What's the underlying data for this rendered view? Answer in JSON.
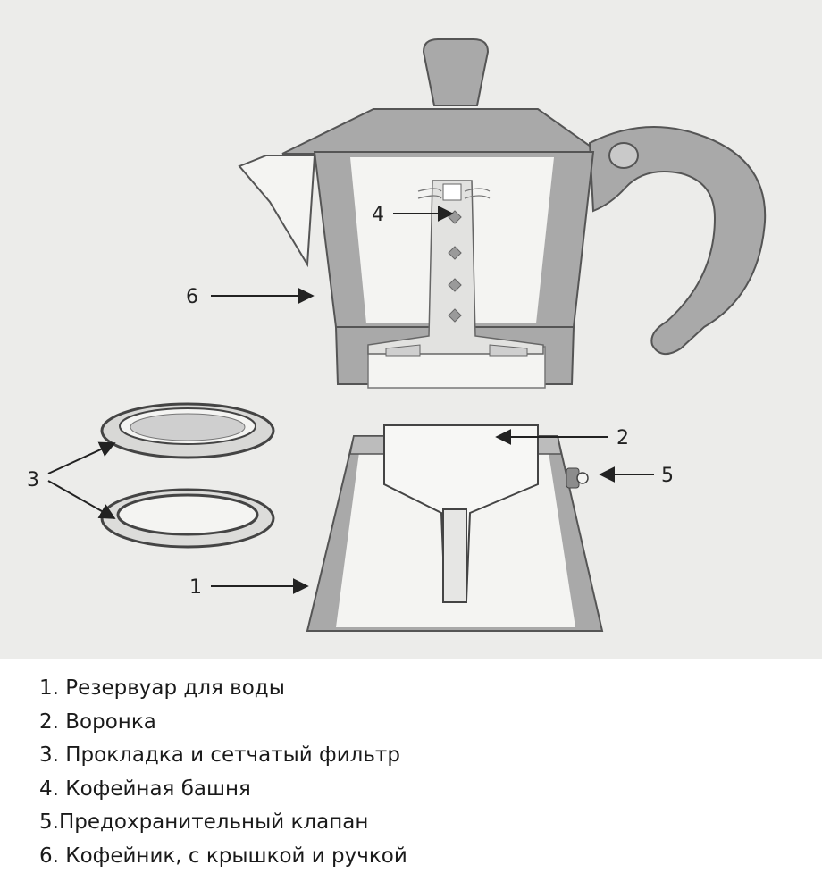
{
  "colors": {
    "panel": "#ececea",
    "metal": "#a9a9a9",
    "metal_dark": "#8c8c8c",
    "inner": "#f4f4f2",
    "outline": "#555555",
    "line": "#222222"
  },
  "callouts": {
    "c1": "1",
    "c2": "2",
    "c3": "3",
    "c4": "4",
    "c5": "5",
    "c6": "6"
  },
  "legend": [
    "1. Резервуар для воды",
    "2. Воронка",
    "3. Прокладка и сетчатый фильтр",
    "4. Кофейная башня",
    "5.Предохранительный клапан",
    "6. Кофейник, с крышкой и ручкой"
  ]
}
